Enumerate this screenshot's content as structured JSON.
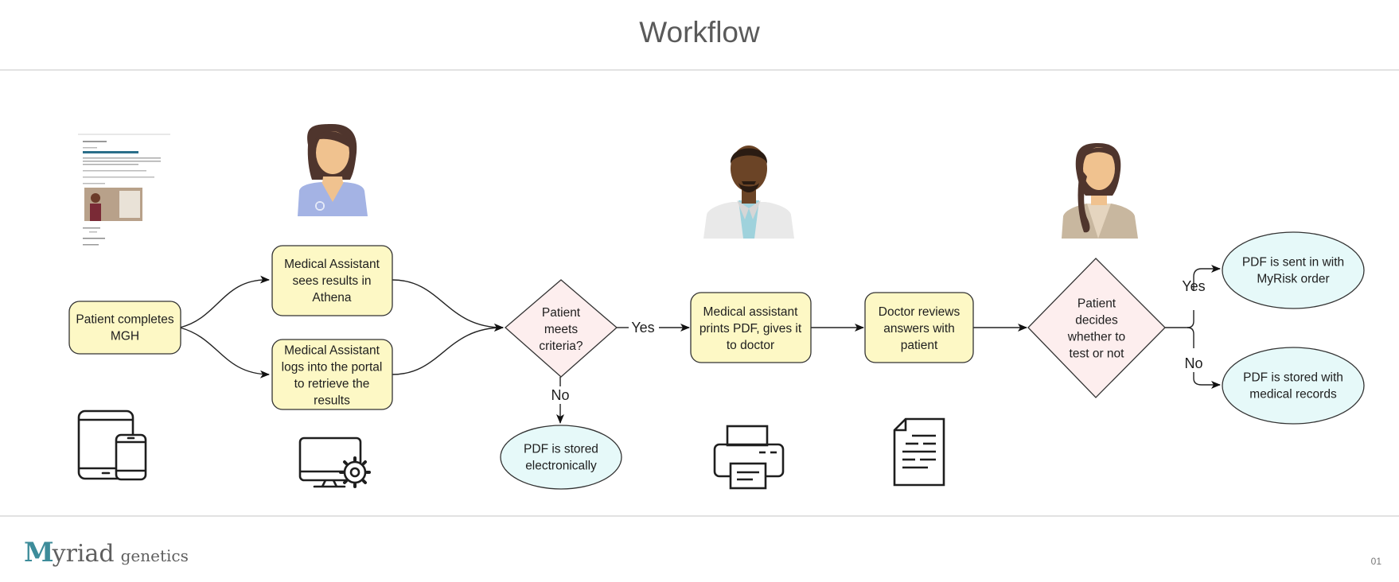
{
  "title": "Workflow",
  "colors": {
    "process_fill": "#fdf8c5",
    "decision_fill": "#fdeeee",
    "terminal_fill": "#e6f9f9",
    "stroke": "#333333",
    "nurse_uniform": "#a4b3e4",
    "skin": "#f0c28f",
    "dark_skin": "#6b4426",
    "hair": "#4f352d",
    "coat": "#e9e9e9",
    "blazer": "#c8b79f"
  },
  "nodes": {
    "n1": "Patient completes MGH",
    "n2": "Medical Assistant sees results in Athena",
    "n3": "Medical Assistant logs into the portal to retrieve the results",
    "d1": "Patient meets criteria?",
    "t1": "PDF is stored electronically",
    "n4": "Medical assistant prints PDF, gives it to doctor",
    "n5": "Doctor reviews answers with patient",
    "d2": "Patient decides whether to test or not",
    "t2": "PDF is sent in with MyRisk order",
    "t3": "PDF is stored with medical records"
  },
  "edges": {
    "yes1": "Yes",
    "no1": "No",
    "yes2": "Yes",
    "no2": "No"
  },
  "icons": [
    "webpage-thumbnail-icon",
    "nurse-avatar-icon",
    "doctor-avatar-icon",
    "patient-avatar-icon",
    "tablet-phone-icon",
    "computer-gear-icon",
    "printer-icon",
    "document-icon"
  ],
  "footer": {
    "logo_mark": "M",
    "logo_word": "yriad",
    "logo_sub": "genetics",
    "page_number": "01"
  }
}
